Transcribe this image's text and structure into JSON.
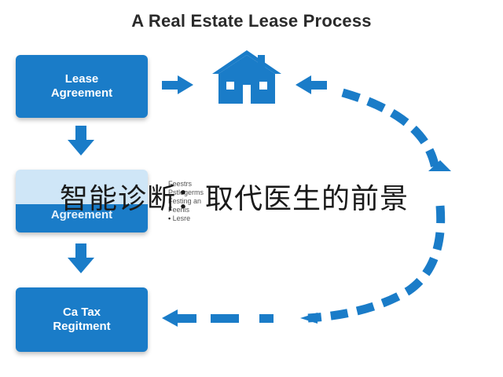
{
  "title": "A Real Estate Lease Process",
  "boxes": {
    "lease_agreement": "Lease\nAgreement",
    "agreement": "Agreement",
    "tax_regitment": "Ca Tax\nRegitment"
  },
  "bullets": [
    "Feestrs",
    "Pstlogerms",
    "Festing an",
    "Feenis",
    "Lesre"
  ],
  "overlay_text": "智能诊断：取代医生的前景",
  "colors": {
    "primary": "#1a7cc8",
    "light": "#cfe6f7",
    "title": "#2a2a2a"
  },
  "icons": [
    "house-icon",
    "arrow-right-icon",
    "arrow-down-icon",
    "arrow-left-icon",
    "arrow-up-icon"
  ]
}
